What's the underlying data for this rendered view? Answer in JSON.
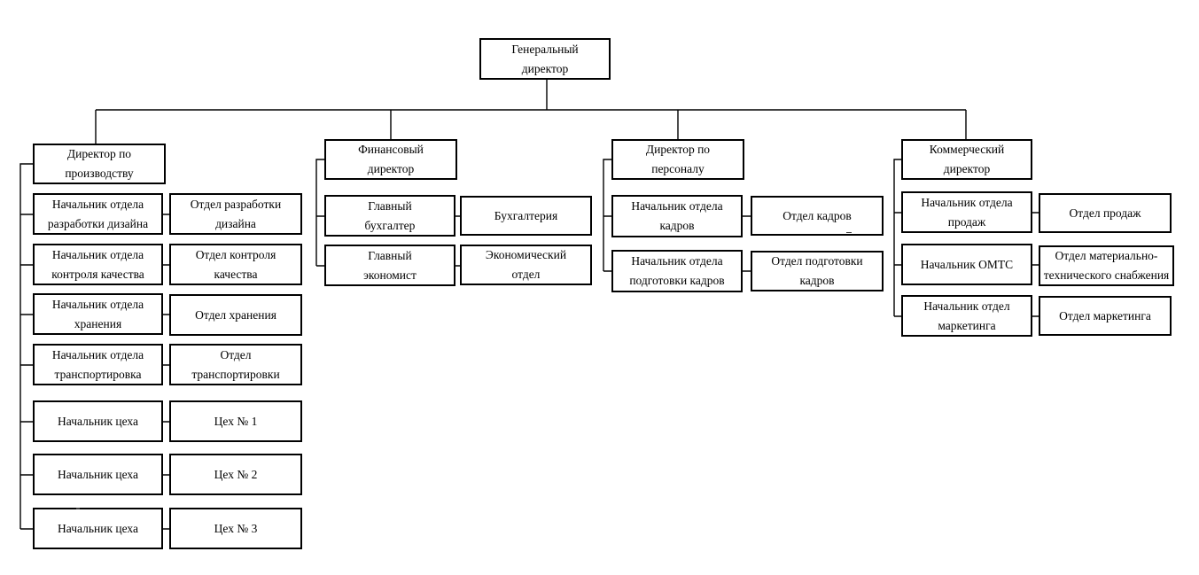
{
  "org": {
    "root": "Генеральный\nдиректор",
    "branches": [
      {
        "director": "Директор по\nпроизводству",
        "rows": [
          {
            "manager": "Начальник отдела\nразработки дизайна",
            "department": "Отдел разработки\nдизайна"
          },
          {
            "manager": "Начальник отдела\nконтроля качества",
            "department": "Отдел контроля\nкачества"
          },
          {
            "manager": "Начальник отдела\nхранения",
            "department": "Отдел хранения"
          },
          {
            "manager": "Начальник отдела\nтранспортировка",
            "department": "Отдел\nтранспортировки"
          },
          {
            "manager": "Начальник цеха",
            "department": "Цех № 1"
          },
          {
            "manager": "Начальник цеха",
            "department": "Цех № 2"
          },
          {
            "manager": "Начальник цеха",
            "department": "Цех № 3"
          }
        ]
      },
      {
        "director": "Финансовый\nдиректор",
        "rows": [
          {
            "manager": "Главный\nбухгалтер",
            "department": "Бухгалтерия"
          },
          {
            "manager": "Главный\nэкономист",
            "department": "Экономический\nотдел"
          }
        ]
      },
      {
        "director": "Директор по\nперсоналу",
        "rows": [
          {
            "manager": "Начальник отдела\nкадров",
            "department": "Отдел кадров"
          },
          {
            "manager": "Начальник отдела\nподготовки кадров",
            "department": "Отдел подготовки\nкадров"
          }
        ]
      },
      {
        "director": "Коммерческий\nдиректор",
        "rows": [
          {
            "manager": "Начальник отдела\nпродаж",
            "department": "Отдел продаж"
          },
          {
            "manager": "Начальник ОМТС",
            "department": "Отдел материально-\nтехнического снабжения"
          },
          {
            "manager": "Начальник отдел\nмаркетинга",
            "department": "Отдел маркетинга"
          }
        ]
      }
    ]
  },
  "colors": {
    "line": "#000000",
    "box_border": "#000000",
    "background": "#ffffff",
    "text": "#000000"
  }
}
